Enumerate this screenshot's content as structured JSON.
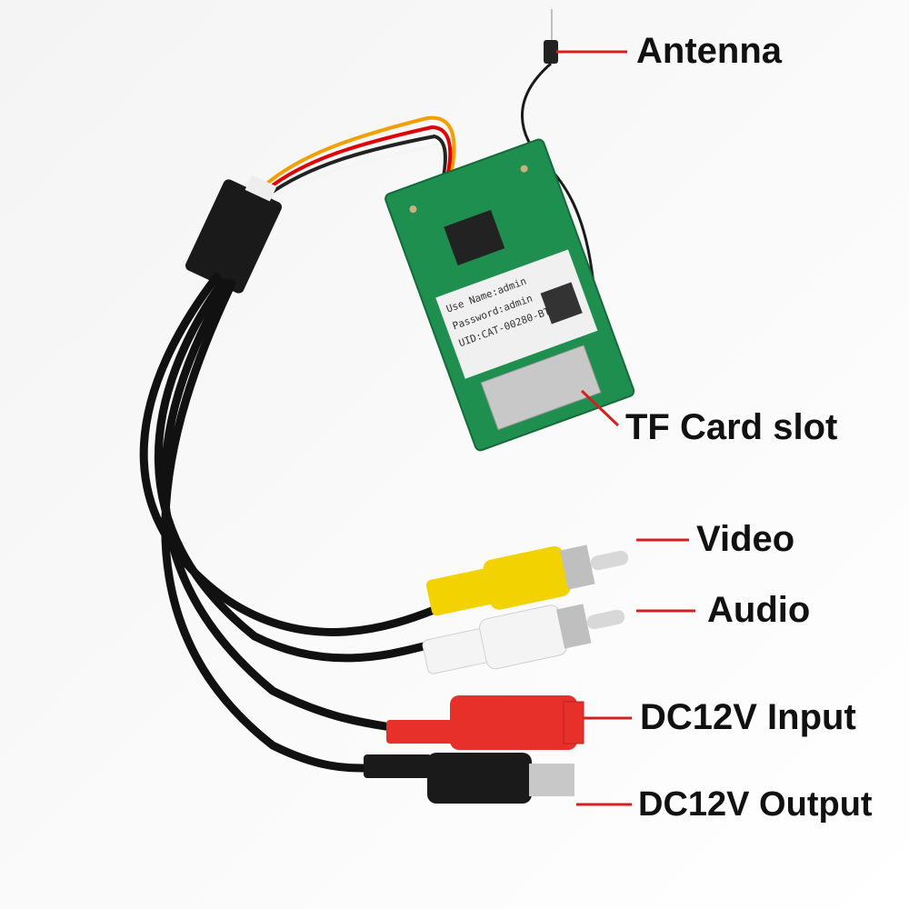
{
  "labels": {
    "antenna": "Antenna",
    "tf_card_slot": "TF Card slot",
    "video": "Video",
    "audio": "Audio",
    "dc_input": "DC12V Input",
    "dc_output": "DC12V Output"
  },
  "sticker": {
    "line1": "Use Name:admin",
    "line2": "Password:admin",
    "line3": "UID:CAT-00280-BTOE"
  },
  "colors": {
    "leader_line": "#d42020",
    "pcb": "#1e8f4e",
    "rca_video": "#f2d200",
    "rca_audio": "#f4f4f4",
    "dc_input_jack": "#e8302a",
    "dc_output_jack": "#1a1a1a",
    "cable": "#111111"
  }
}
